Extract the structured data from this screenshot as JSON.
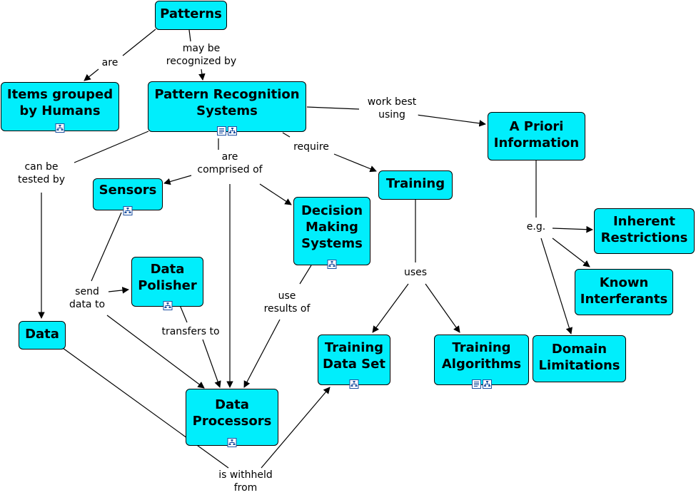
{
  "colors": {
    "node_fill": "#00eefc",
    "node_border": "#000000",
    "line": "#000000",
    "icon_border": "#1c4fa0"
  },
  "nodes": {
    "patterns": "Patterns",
    "items_grouped": "Items grouped\nby Humans",
    "prs": "Pattern Recognition\nSystems",
    "a_priori": "A Priori\nInformation",
    "sensors": "Sensors",
    "training": "Training",
    "decision": "Decision\nMaking\nSystems",
    "inherent": "Inherent\nRestrictions",
    "data_polisher": "Data\nPolisher",
    "known": "Known\nInterferants",
    "data": "Data",
    "training_set": "Training\nData Set",
    "training_alg": "Training\nAlgorithms",
    "domain": "Domain\nLimitations",
    "processors": "Data\nProcessors"
  },
  "links": {
    "are": "are",
    "may_be": "may be\nrecognized by",
    "work_best": "work best\nusing",
    "can_be": "can be\ntested by",
    "comprised": "are\ncomprised of",
    "require": "require",
    "eg": "e.g.",
    "uses": "uses",
    "send": "send\ndata to",
    "use_results": "use\nresults of",
    "transfers": "transfers to",
    "withheld": "is withheld\nfrom"
  },
  "icons": {
    "concept_map": "concept-map-icon",
    "document": "document-icon"
  }
}
